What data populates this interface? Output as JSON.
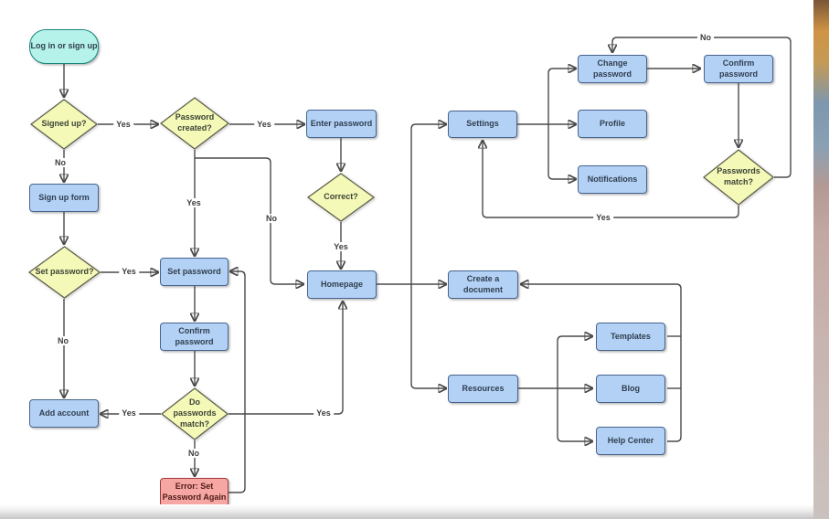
{
  "diagram": {
    "nodes": {
      "login": "Log in or sign up",
      "signed_up": "Signed up?",
      "password_created": "Password created?",
      "enter_password": "Enter password",
      "sign_up_form": "Sign up form",
      "correct": "Correct?",
      "set_password_q": "Set password?",
      "set_password": "Set password",
      "confirm_password": "Confirm password",
      "homepage": "Homepage",
      "do_passwords_match": "Do passwords match?",
      "add_account": "Add account",
      "error": "Error: Set Password Again",
      "settings": "Settings",
      "change_password": "Change password",
      "confirm_password2": "Confirm password",
      "profile": "Profile",
      "notifications": "Notifications",
      "passwords_match": "Passwords match?",
      "create_document": "Create a document",
      "resources": "Resources",
      "templates": "Templates",
      "blog": "Blog",
      "help_center": "Help Center"
    },
    "edge_labels": {
      "signed_up_yes": "Yes",
      "signed_up_no": "No",
      "password_created_yes_right": "Yes",
      "password_created_yes_down": "Yes",
      "password_created_no": "No",
      "correct_yes": "Yes",
      "set_password_q_yes": "Yes",
      "set_password_q_no": "No",
      "match_add_account_yes": "Yes",
      "match_homepage_yes": "Yes",
      "match_no": "No",
      "pw_match_no": "No",
      "pw_match_yes": "Yes"
    },
    "colors": {
      "process_fill": "#b3d1f5",
      "process_border": "#46648f",
      "decision_fill": "#f4f9b8",
      "decision_border": "#5b5b46",
      "terminator_fill": "#b5f2e9",
      "terminator_border": "#17867c",
      "error_fill": "#f6a6a3",
      "error_border": "#9e3a36",
      "connector": "#4a4a4a",
      "canvas": "#ffffff"
    }
  }
}
